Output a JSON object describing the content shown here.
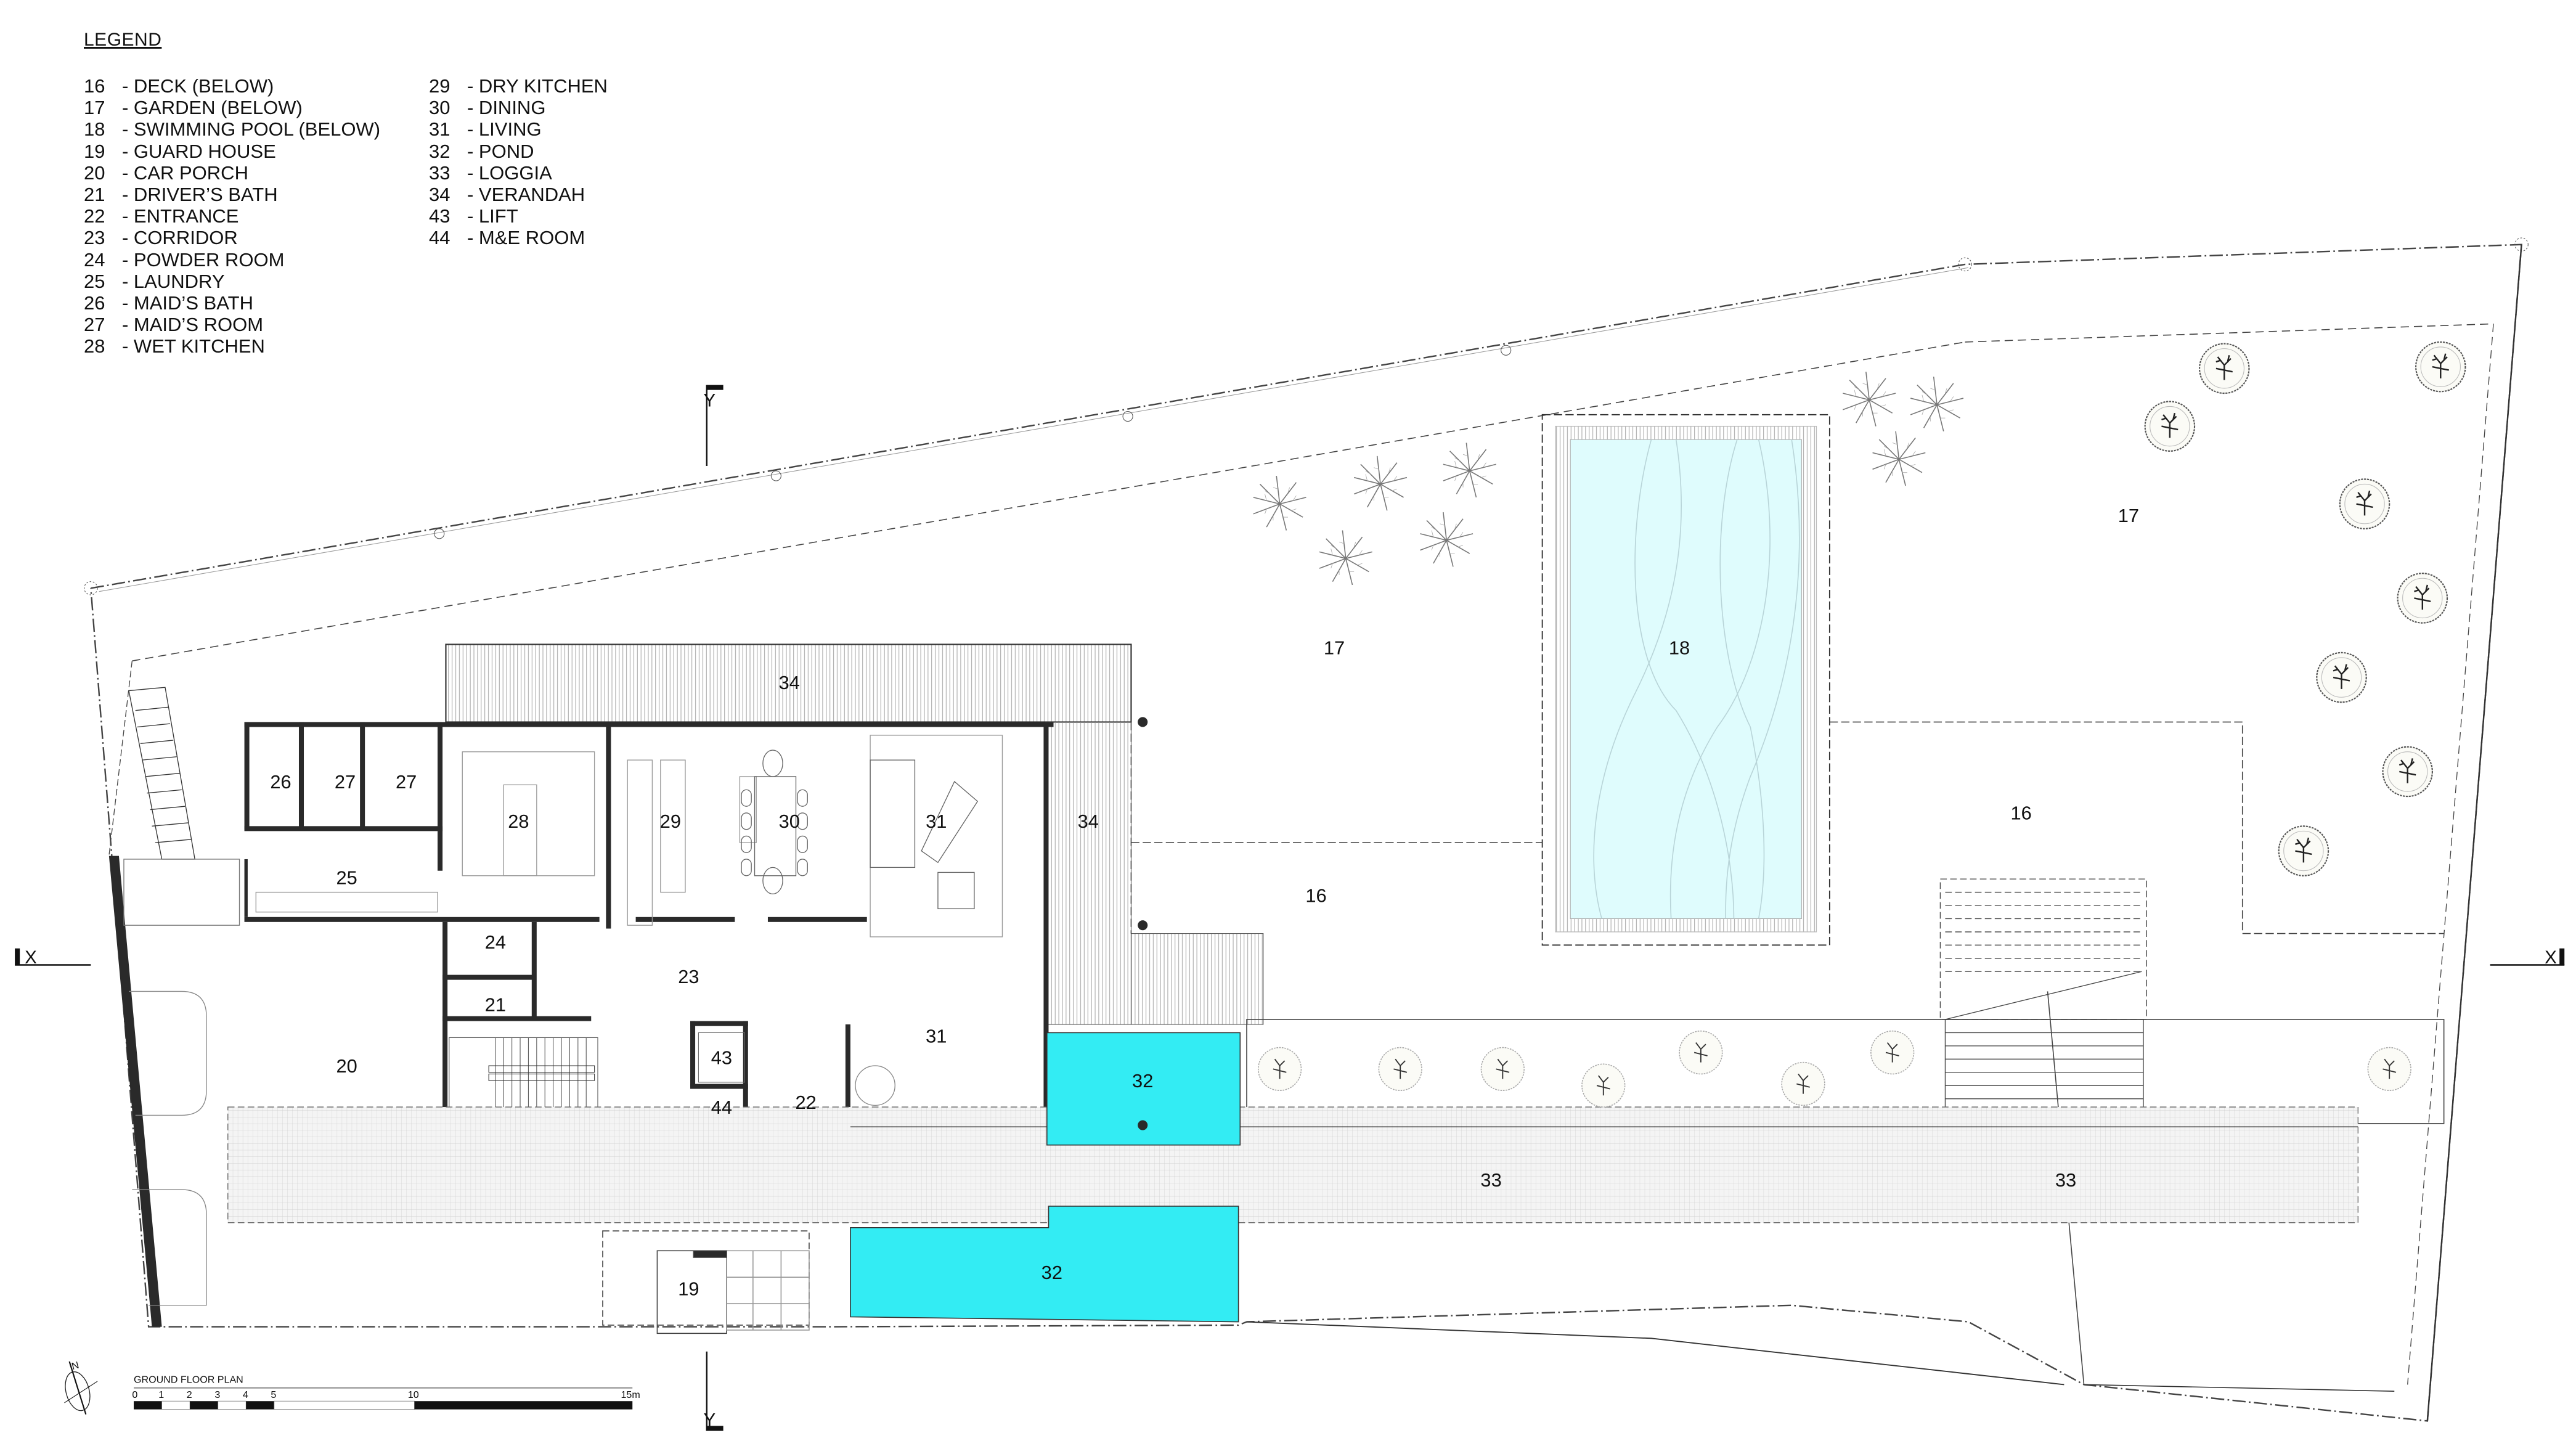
{
  "legend": {
    "title": "LEGEND",
    "column_1": [
      {
        "num": "16",
        "label": "- DECK (BELOW)"
      },
      {
        "num": "17",
        "label": "- GARDEN (BELOW)"
      },
      {
        "num": "18",
        "label": "- SWIMMING POOL (BELOW)"
      },
      {
        "num": "19",
        "label": "- GUARD HOUSE"
      },
      {
        "num": "20",
        "label": "- CAR PORCH"
      },
      {
        "num": "21",
        "label": "- DRIVER’S BATH"
      },
      {
        "num": "22",
        "label": "- ENTRANCE"
      },
      {
        "num": "23",
        "label": "- CORRIDOR"
      },
      {
        "num": "24",
        "label": "- POWDER ROOM"
      },
      {
        "num": "25",
        "label": "- LAUNDRY"
      },
      {
        "num": "26",
        "label": "- MAID’S BATH"
      },
      {
        "num": "27",
        "label": "- MAID’S ROOM"
      },
      {
        "num": "28",
        "label": "- WET KITCHEN"
      }
    ],
    "column_2": [
      {
        "num": "29",
        "label": "- DRY KITCHEN"
      },
      {
        "num": "30",
        "label": "- DINING"
      },
      {
        "num": "31",
        "label": "- LIVING"
      },
      {
        "num": "32",
        "label": "- POND"
      },
      {
        "num": "33",
        "label": "- LOGGIA"
      },
      {
        "num": "34",
        "label": "- VERANDAH"
      },
      {
        "num": "43",
        "label": "- LIFT"
      },
      {
        "num": "44",
        "label": "- M&E ROOM"
      }
    ]
  },
  "rooms": {
    "r16a": "16",
    "r16b": "16",
    "r17a": "17",
    "r17b": "17",
    "r18": "18",
    "r19": "19",
    "r20": "20",
    "r21": "21",
    "r22": "22",
    "r23": "23",
    "r24": "24",
    "r25": "25",
    "r26": "26",
    "r27a": "27",
    "r27b": "27",
    "r28": "28",
    "r29": "29",
    "r30": "30",
    "r31a": "31",
    "r31b": "31",
    "r32a": "32",
    "r32b": "32",
    "r33a": "33",
    "r33b": "33",
    "r34a": "34",
    "r34b": "34",
    "r43": "43",
    "r44": "44"
  },
  "section_marks": {
    "x_left": "X",
    "x_right": "X",
    "y_top": "Y",
    "y_bottom": "Y"
  },
  "north_arrow": {
    "label": "N"
  },
  "title_block": {
    "title": "GROUND FLOOR PLAN",
    "scale_ticks": [
      "0",
      "1",
      "2",
      "3",
      "4",
      "5",
      "10",
      "15m"
    ]
  },
  "colors": {
    "pond": "#33ecf3",
    "pool": "#dffcfd",
    "wall": "#2a2a2a",
    "line": "#333333",
    "hatch": "#bdbdbd"
  }
}
